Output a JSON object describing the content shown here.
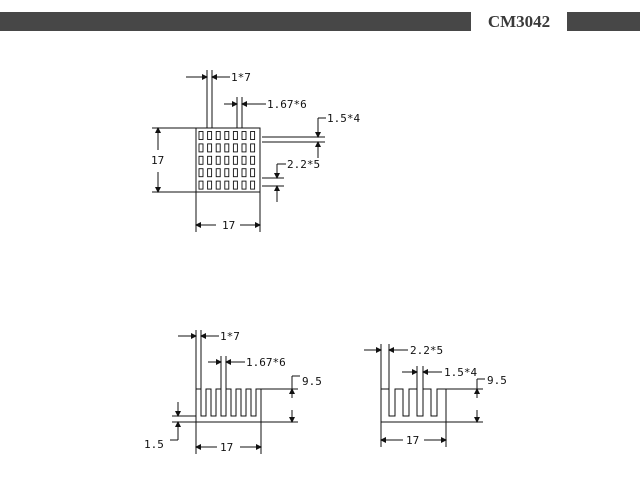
{
  "header": {
    "model": "CM3042"
  },
  "top_view": {
    "fin_width": "1*7",
    "pitch": "1.67*6",
    "slot_width": "1.5*4",
    "row_pitch": "2.2*5",
    "height": "17",
    "width": "17"
  },
  "front_view": {
    "fin_width": "1*7",
    "pitch": "1.67*6",
    "height": "9.5",
    "base": "1.5",
    "width": "17"
  },
  "side_view": {
    "pitch": "2.2*5",
    "slot_width": "1.5*4",
    "height": "9.5",
    "width": "17"
  }
}
